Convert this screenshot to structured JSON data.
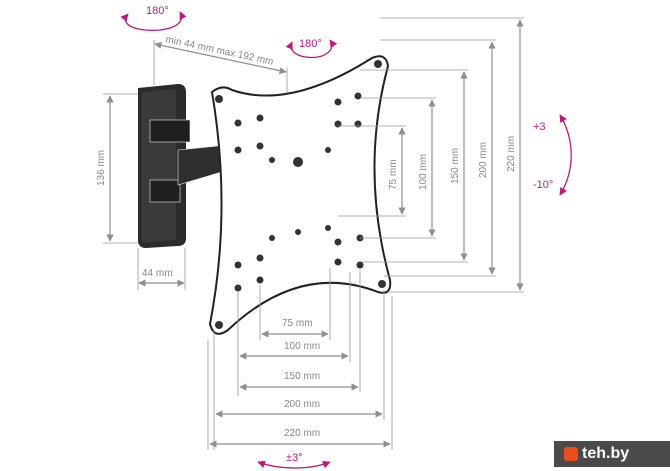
{
  "rotation": {
    "wall_swivel": "180°",
    "arm_swivel": "180°",
    "tilt_up": "+3",
    "tilt_down": "-10°",
    "roll": "±3°"
  },
  "dimensions": {
    "arm_extension": "min 44 mm max 192 mm",
    "wall_plate_height": "136 mm",
    "wall_plate_width": "44 mm",
    "vesa_vertical": [
      "75 mm",
      "100 mm",
      "150 mm",
      "200 mm",
      "220 mm"
    ],
    "vesa_horizontal": [
      "75 mm",
      "100 mm",
      "150 mm",
      "200 mm",
      "220 mm"
    ]
  },
  "watermark": "teh.by",
  "colors": {
    "accent": "#c2187a",
    "line": "#8f8f8f",
    "mount": "#2b2b2b"
  }
}
